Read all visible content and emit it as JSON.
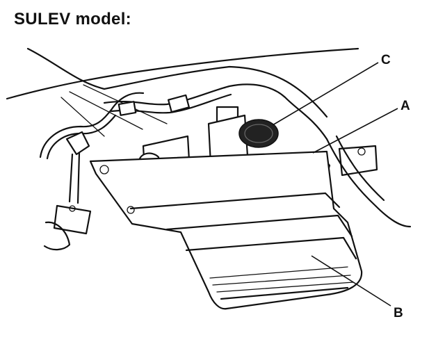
{
  "title": "SULEV model:",
  "callouts": {
    "a": "A",
    "b": "B",
    "c": "C"
  }
}
